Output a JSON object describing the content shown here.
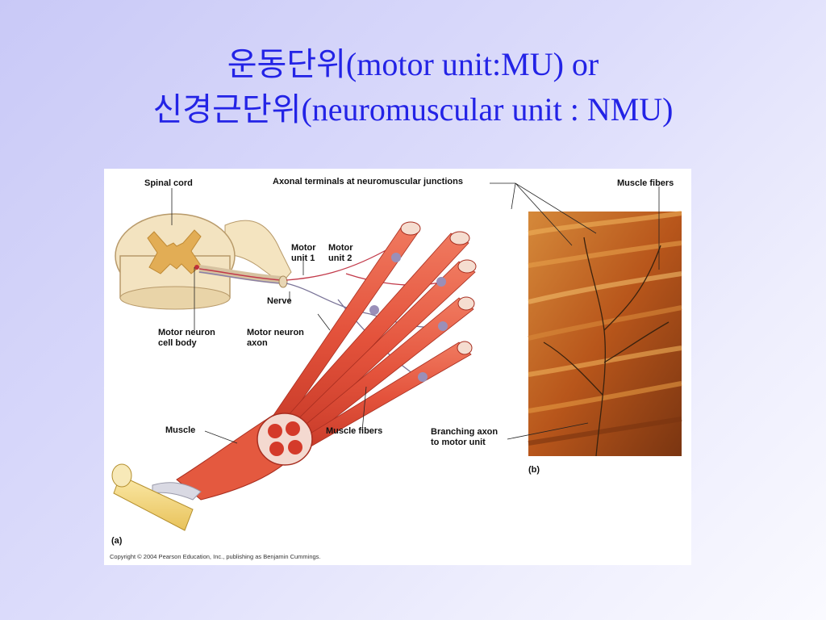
{
  "slide": {
    "title_line1": "운동단위(motor unit:MU) or",
    "title_line2": "신경근단위(neuromuscular unit : NMU)"
  },
  "figure": {
    "labels": {
      "spinal_cord": "Spinal cord",
      "axonal_terminals": "Axonal terminals at neuromuscular junctions",
      "muscle_fibers_b": "Muscle fibers",
      "motor_unit_1": "Motor\nunit 1",
      "motor_unit_2": "Motor\nunit 2",
      "nerve": "Nerve",
      "motor_neuron_cell_body": "Motor neuron\ncell body",
      "motor_neuron_axon": "Motor neuron\naxon",
      "muscle": "Muscle",
      "muscle_fibers_a": "Muscle fibers",
      "branching_axon": "Branching axon\nto motor unit",
      "panel_a": "(a)",
      "panel_b": "(b)"
    },
    "copyright": "Copyright © 2004 Pearson Education, Inc., publishing as Benjamin Cummings.",
    "colors": {
      "title": "#2323e6",
      "muscle": "#e8553f",
      "spinal_cord": "#f2e2bf",
      "grey_matter": "#e3b25a",
      "photo_base": "#c8641e"
    }
  }
}
